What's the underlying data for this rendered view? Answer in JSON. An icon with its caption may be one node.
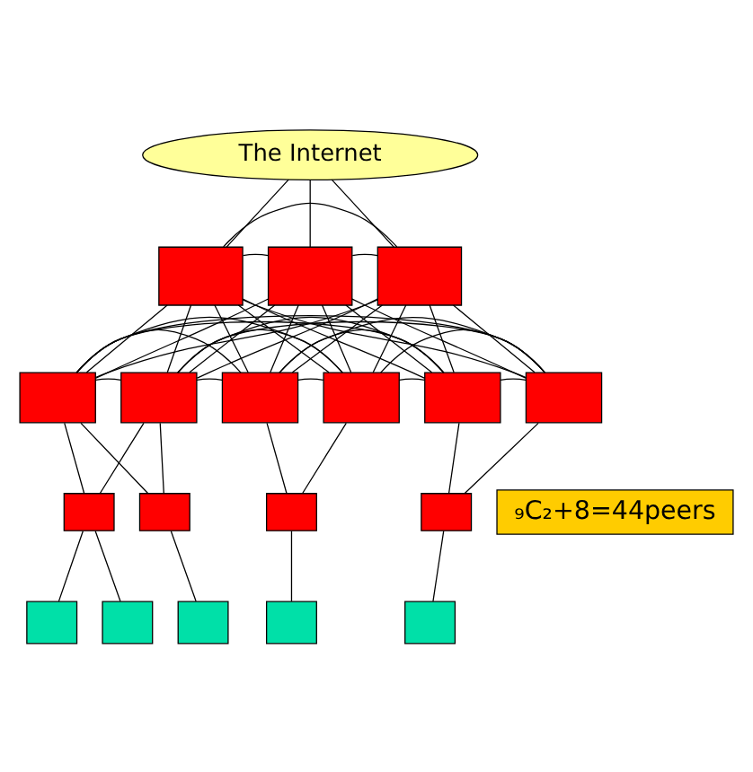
{
  "diagram": {
    "nodes": [
      {
        "text": [
          "The Internet"
        ]
      },
      {
        "text": [],
        "shape": "box"
      },
      {
        "text": [],
        "shape": "box"
      },
      {
        "text": [],
        "shape": "box"
      },
      {
        "text": [],
        "shape": "box"
      },
      {
        "text": [],
        "shape": "box"
      },
      {
        "text": [],
        "shape": "box"
      },
      {
        "text": [],
        "shape": "box"
      },
      {
        "text": [],
        "shape": "box"
      },
      {
        "text": [],
        "shape": "box"
      },
      {
        "text": [
          "₉C₂+8=44peers"
        ]
      },
      {
        "text": [],
        "shape": "box"
      },
      {
        "text": [],
        "shape": "box"
      },
      {
        "text": [],
        "shape": "box"
      },
      {
        "text": [],
        "shape": "box"
      },
      {
        "text": [],
        "shape": "box"
      },
      {
        "text": [],
        "shape": "box"
      },
      {
        "text": [],
        "shape": "box"
      },
      {
        "text": [],
        "shape": "box"
      },
      {
        "text": [],
        "shape": "box"
      }
    ],
    "edges": [
      {
        "from": 0,
        "to": 1,
        "arrow": "none"
      },
      {
        "from": 0,
        "to": 2,
        "arrow": "none"
      },
      {
        "from": 0,
        "to": 3,
        "arrow": "none"
      },
      {
        "from": 1,
        "to": 2,
        "arrow": "none"
      },
      {
        "from": 2,
        "to": 3,
        "arrow": "none"
      },
      {
        "from": 1,
        "to": 3,
        "arrow": "none"
      },
      {
        "from": 4,
        "to": 5,
        "arrow": "none"
      },
      {
        "from": 6,
        "to": 7,
        "arrow": "none"
      },
      {
        "from": 8,
        "to": 9,
        "arrow": "none"
      },
      {
        "from": 1,
        "to": 4,
        "arrow": "none"
      },
      {
        "from": 1,
        "to": 5,
        "arrow": "none"
      },
      {
        "from": 1,
        "to": 6,
        "arrow": "none"
      },
      {
        "from": 1,
        "to": 7,
        "arrow": "none"
      },
      {
        "from": 1,
        "to": 8,
        "arrow": "none"
      },
      {
        "from": 1,
        "to": 9,
        "arrow": "none"
      },
      {
        "from": 2,
        "to": 4,
        "arrow": "none"
      },
      {
        "from": 2,
        "to": 5,
        "arrow": "none"
      },
      {
        "from": 2,
        "to": 6,
        "arrow": "none"
      },
      {
        "from": 2,
        "to": 7,
        "arrow": "none"
      },
      {
        "from": 2,
        "to": 8,
        "arrow": "none"
      },
      {
        "from": 2,
        "to": 9,
        "arrow": "none"
      },
      {
        "from": 3,
        "to": 4,
        "arrow": "none"
      },
      {
        "from": 3,
        "to": 5,
        "arrow": "none"
      },
      {
        "from": 3,
        "to": 6,
        "arrow": "none"
      },
      {
        "from": 3,
        "to": 7,
        "arrow": "none"
      },
      {
        "from": 3,
        "to": 8,
        "arrow": "none"
      },
      {
        "from": 3,
        "to": 9,
        "arrow": "none"
      },
      {
        "from": 4,
        "to": 6,
        "arrow": "none"
      },
      {
        "from": 4,
        "to": 7,
        "arrow": "none"
      },
      {
        "from": 4,
        "to": 8,
        "arrow": "none"
      },
      {
        "from": 4,
        "to": 9,
        "arrow": "none"
      },
      {
        "from": 5,
        "to": 6,
        "arrow": "none"
      },
      {
        "from": 5,
        "to": 7,
        "arrow": "none"
      },
      {
        "from": 5,
        "to": 8,
        "arrow": "none"
      },
      {
        "from": 5,
        "to": 9,
        "arrow": "none"
      },
      {
        "from": 6,
        "to": 8,
        "arrow": "none"
      },
      {
        "from": 6,
        "to": 9,
        "arrow": "none"
      },
      {
        "from": 7,
        "to": 8,
        "arrow": "none"
      },
      {
        "from": 7,
        "to": 9,
        "arrow": "none"
      },
      {
        "from": 4,
        "to": 11,
        "arrow": "none"
      },
      {
        "from": 4,
        "to": 12,
        "arrow": "none"
      },
      {
        "from": 5,
        "to": 11,
        "arrow": "none"
      },
      {
        "from": 5,
        "to": 12,
        "arrow": "none"
      },
      {
        "from": 6,
        "to": 13,
        "arrow": "none"
      },
      {
        "from": 7,
        "to": 13,
        "arrow": "none"
      },
      {
        "from": 8,
        "to": 14,
        "arrow": "none"
      },
      {
        "from": 9,
        "to": 14,
        "arrow": "none"
      },
      {
        "from": 11,
        "to": 15,
        "arrow": "none"
      },
      {
        "from": 11,
        "to": 16,
        "arrow": "none"
      },
      {
        "from": 12,
        "to": 17,
        "arrow": "none"
      },
      {
        "from": 13,
        "to": 18,
        "arrow": "none"
      },
      {
        "from": 14,
        "to": 19,
        "arrow": "none"
      }
    ]
  }
}
